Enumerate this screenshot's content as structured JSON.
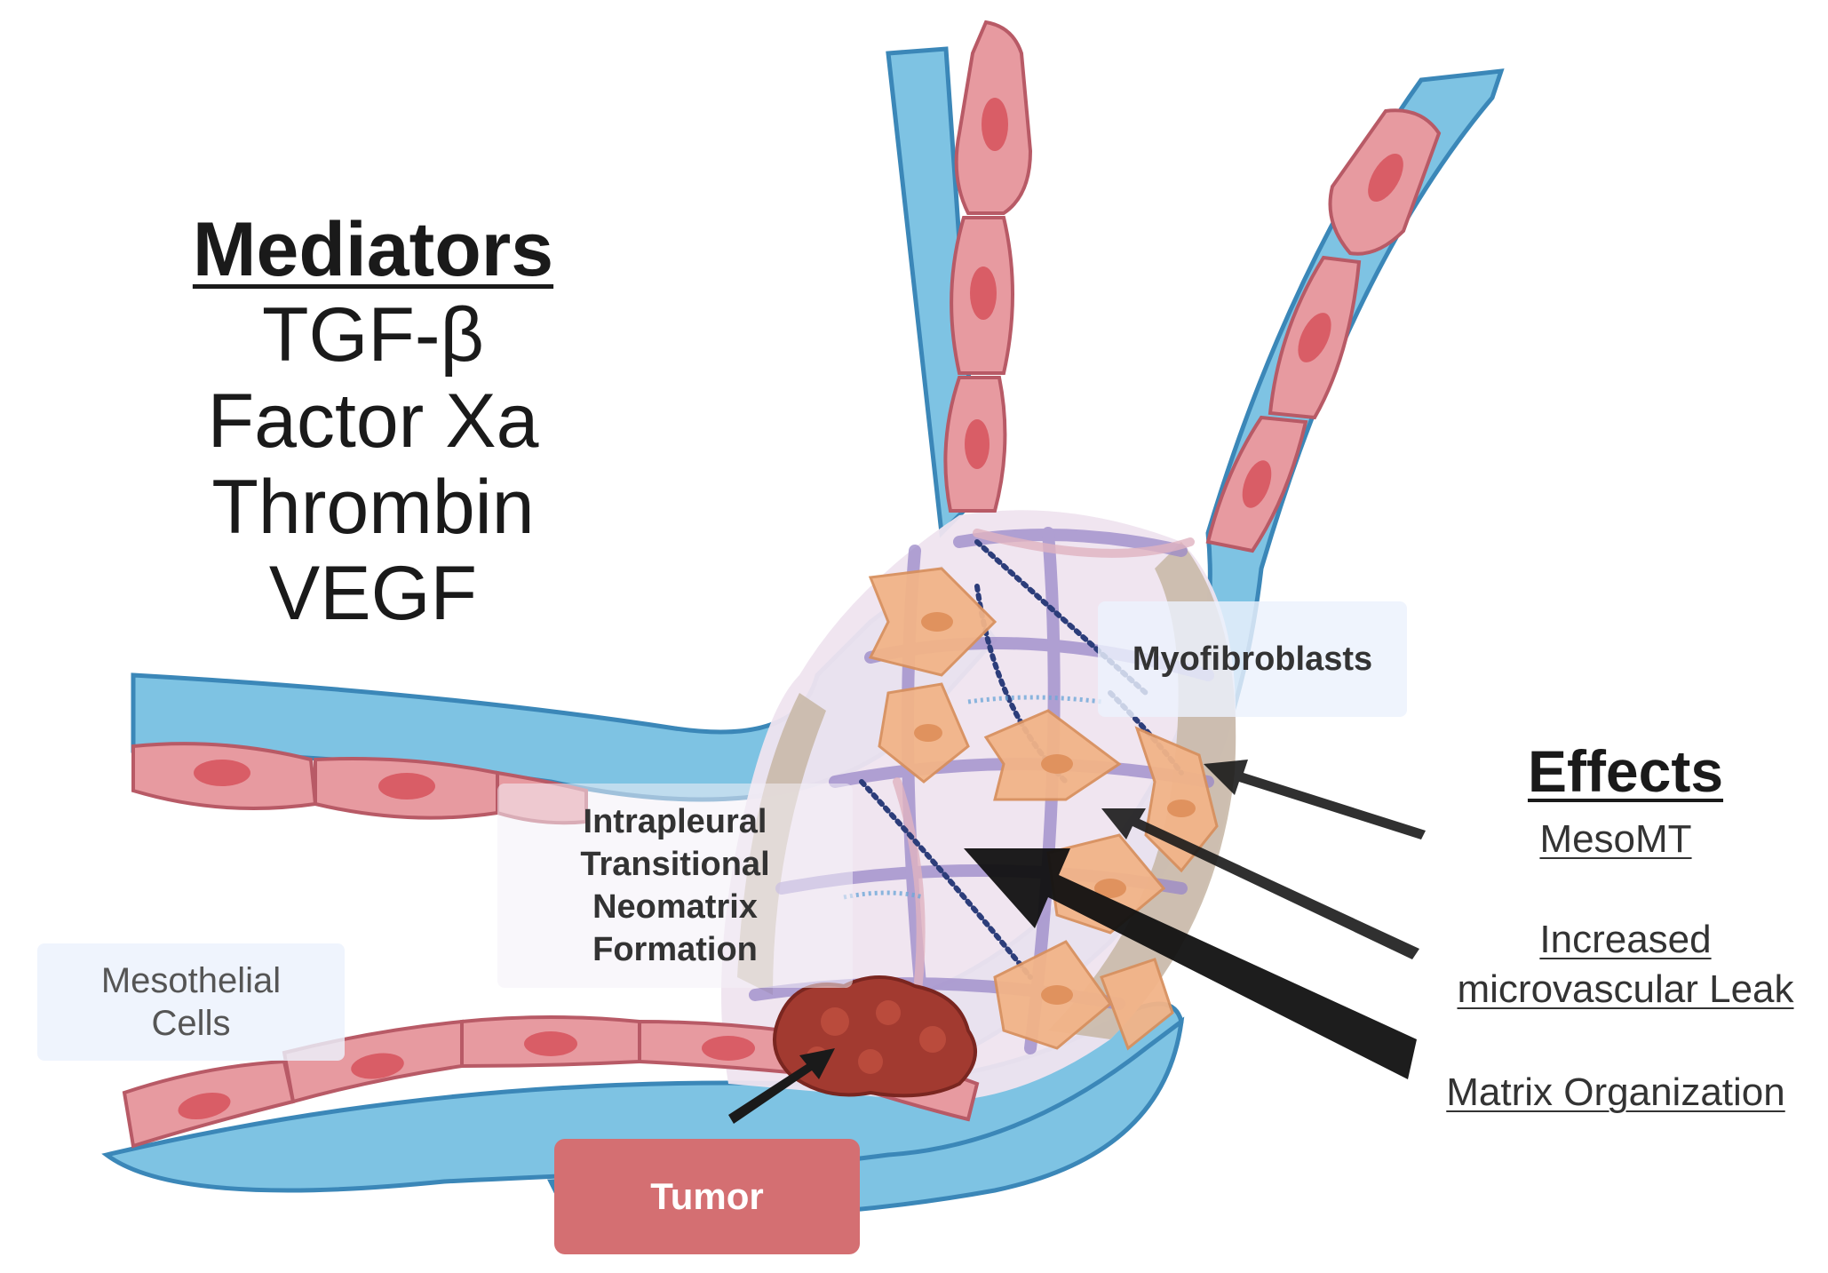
{
  "mediators": {
    "title": "Mediators",
    "items": [
      "TGF-β",
      "Factor Xa",
      "Thrombin",
      "VEGF"
    ]
  },
  "effects": {
    "title": "Effects",
    "items": [
      "MesoMT",
      "Increased microvascular Leak",
      "Matrix Organization"
    ]
  },
  "labels": {
    "myofibroblasts": "Myofibroblasts",
    "neomatrix": "Intrapleural Transitional Neomatrix Formation",
    "mesothelial": "Mesothelial Cells",
    "tumor": "Tumor"
  },
  "colors": {
    "pleura_blue": "#7ec3e3",
    "pleura_edge": "#3b87b8",
    "mesothelial_cell": "#e79aa0",
    "nucleus": "#d95d66",
    "myofibroblast": "#f2b488",
    "collagen_purple": "#9a88c8",
    "fibrin_dark": "#2c3d7a",
    "tumor": "#a23a30",
    "arrow": "#1a1a1a"
  }
}
